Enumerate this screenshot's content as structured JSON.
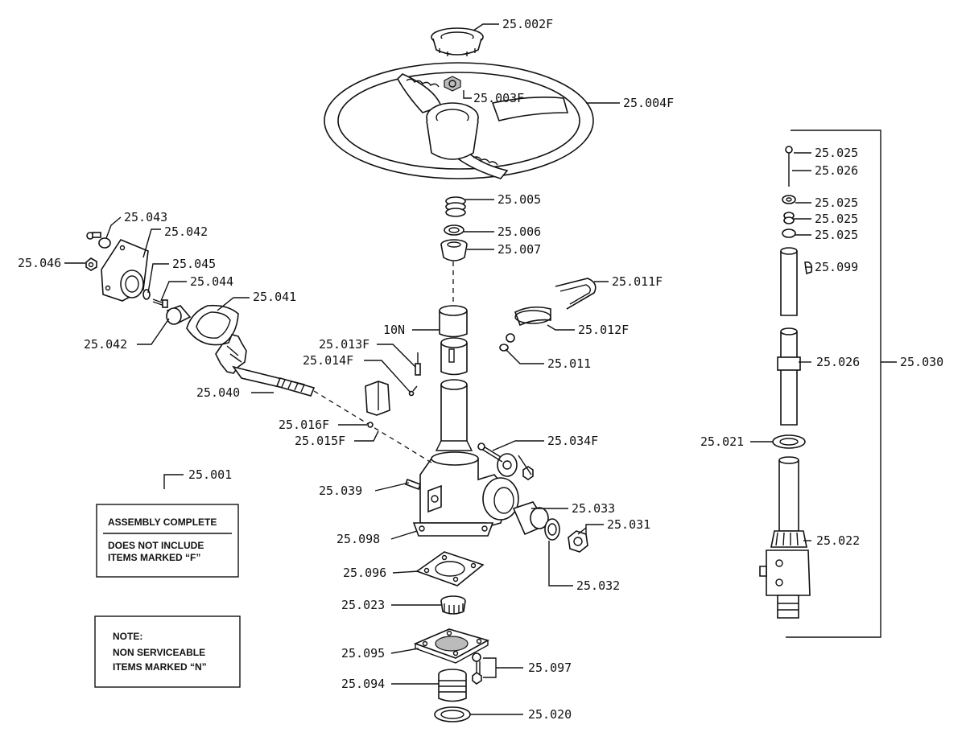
{
  "diagram": {
    "labels": {
      "p25002F": "25.002F",
      "p25003F": "25.003F",
      "p25004F": "25.004F",
      "p25005": "25.005",
      "p25006": "25.006",
      "p25007": "25.007",
      "p25043": "25.043",
      "p25042a": "25.042",
      "p25046": "25.046",
      "p25045": "25.045",
      "p25044": "25.044",
      "p25041": "25.041",
      "p25042b": "25.042",
      "p25040": "25.040",
      "p10N": "10N",
      "p25013F": "25.013F",
      "p25014F": "25.014F",
      "p25011F": "25.011F",
      "p25012F": "25.012F",
      "p25011": "25.011",
      "p25016F": "25.016F",
      "p25015F": "25.015F",
      "p25034F": "25.034F",
      "p25039": "25.039",
      "p25033": "25.033",
      "p25031": "25.031",
      "p25098": "25.098",
      "p25096": "25.096",
      "p25032": "25.032",
      "p25023": "25.023",
      "p25095": "25.095",
      "p25097": "25.097",
      "p25094": "25.094",
      "p25020": "25.020",
      "p25001": "25.001",
      "p25025a": "25.025",
      "p25026a": "25.026",
      "p25025b": "25.025",
      "p25025c": "25.025",
      "p25025d": "25.025",
      "p25099": "25.099",
      "p25026b": "25.026",
      "p25030": "25.030",
      "p25021": "25.021",
      "p25022": "25.022"
    },
    "notes": {
      "assembly_line1": "ASSEMBLY COMPLETE",
      "assembly_line2": "DOES NOT INCLUDE",
      "assembly_line3": "ITEMS MARKED “F”",
      "nonserv_line1": "NOTE:",
      "nonserv_line2": "NON SERVICEABLE",
      "nonserv_line3": "ITEMS MARKED “N”"
    }
  }
}
